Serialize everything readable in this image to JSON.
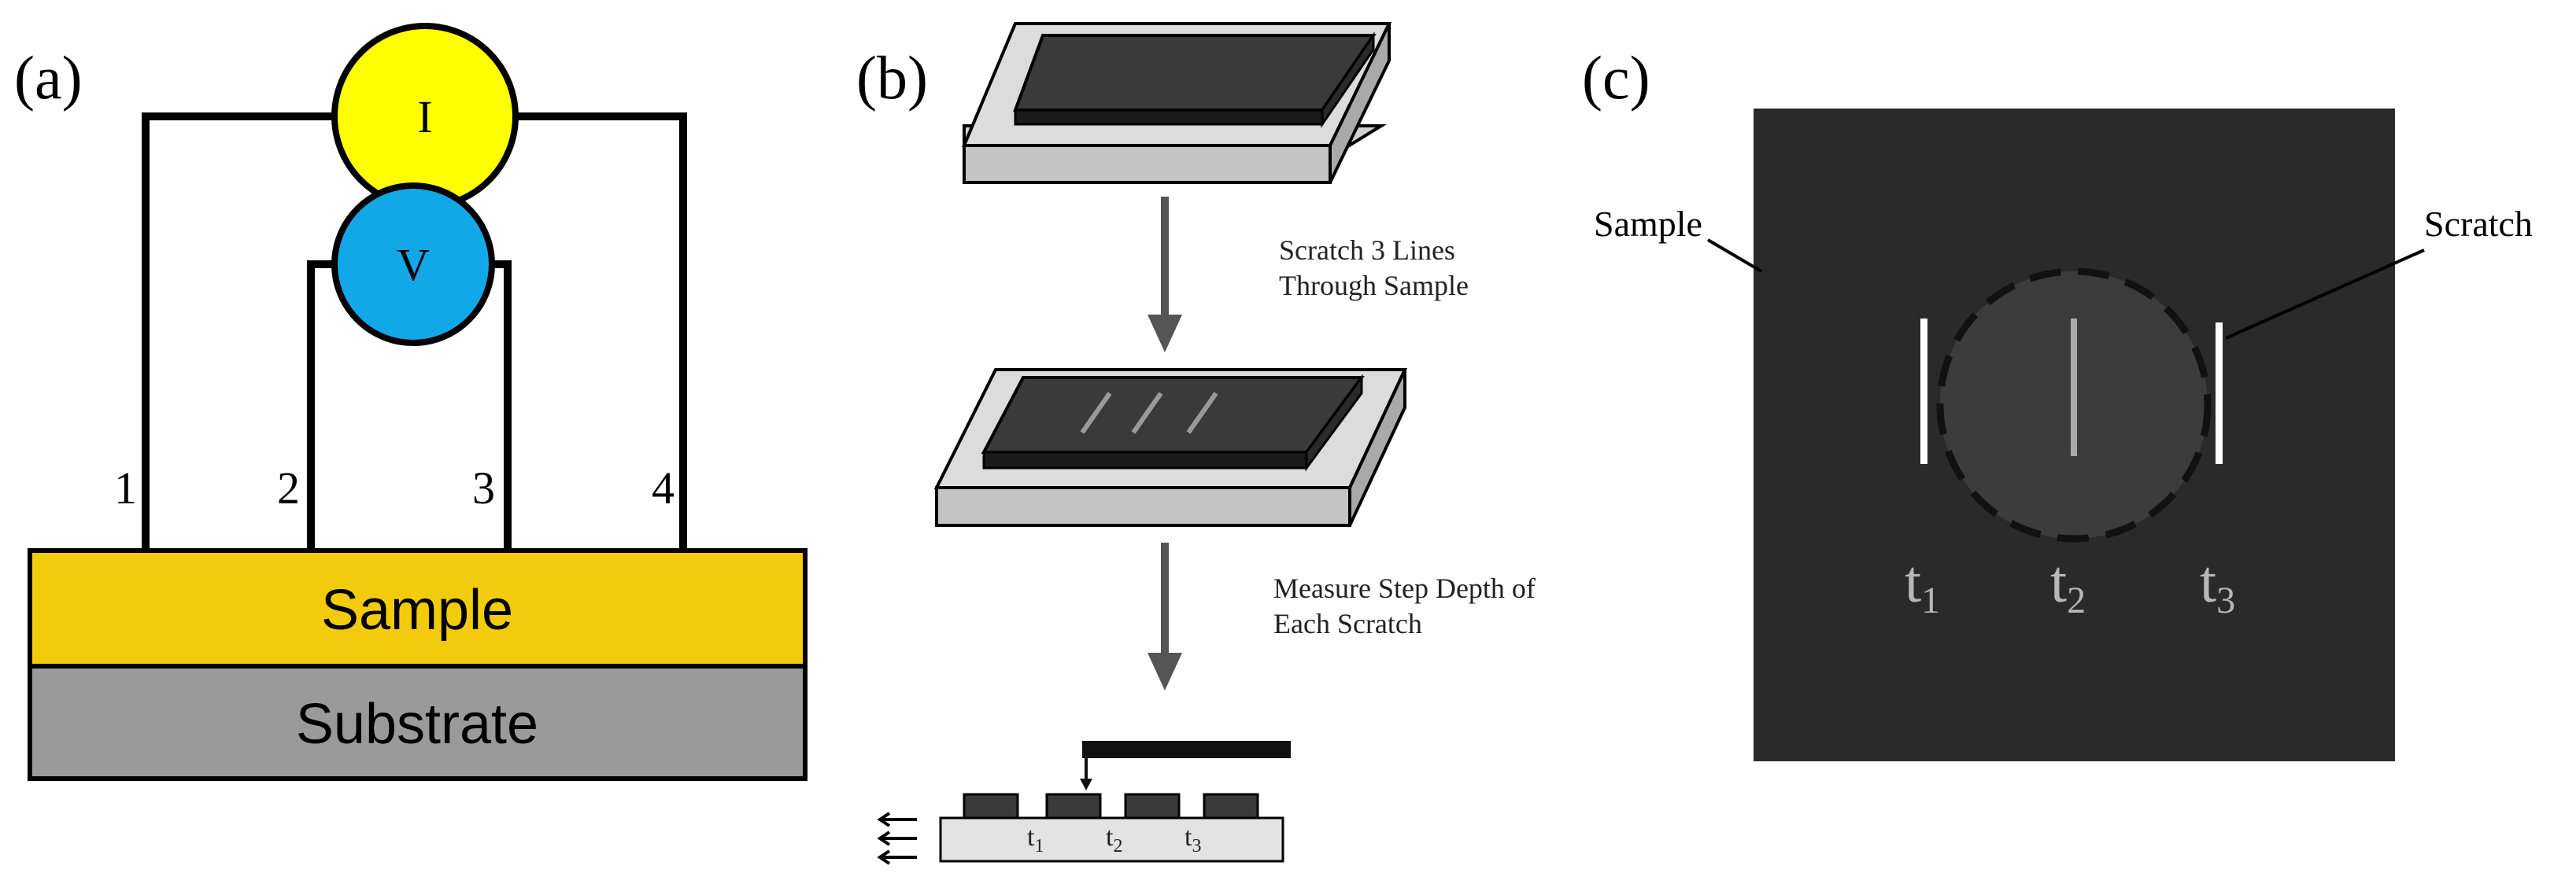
{
  "panel_a": {
    "label": "(a)",
    "current_meter": "I",
    "voltage_meter": "V",
    "probes": [
      "1",
      "2",
      "3",
      "4"
    ],
    "sample_label": "Sample",
    "substrate_label": "Substrate",
    "colors": {
      "current_meter": "#ffff00",
      "voltage_meter": "#12a8e8",
      "sample": "#f2cc0c",
      "substrate": "#9a9a9a"
    }
  },
  "panel_b": {
    "label": "(b)",
    "step1_line1": "Scratch 3 Lines",
    "step1_line2": "Through Sample",
    "step2_line1": "Measure Step Depth of",
    "step2_line2": "Each Scratch",
    "thickness": [
      {
        "base": "t",
        "sub": "1"
      },
      {
        "base": "t",
        "sub": "2"
      },
      {
        "base": "t",
        "sub": "3"
      }
    ]
  },
  "panel_c": {
    "label": "(c)",
    "sample_label": "Sample",
    "scratch_label": "Scratch",
    "thickness": [
      {
        "base": "t",
        "sub": "1"
      },
      {
        "base": "t",
        "sub": "2"
      },
      {
        "base": "t",
        "sub": "3"
      }
    ]
  }
}
